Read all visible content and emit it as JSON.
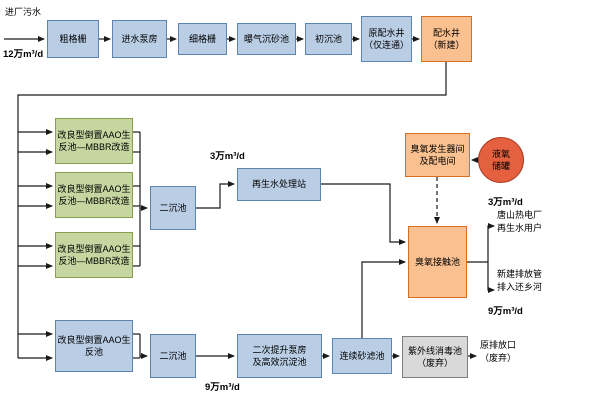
{
  "nodes": {
    "coarse_screen": "粗格栅",
    "inlet_pump": "进水泵房",
    "fine_screen": "细格栅",
    "grit_chamber": "曝气沉砂池",
    "primary_tank": "初沉池",
    "old_well": "原配水井\n（仅连通）",
    "new_well": "配水井\n（新建）",
    "aao_mbbr": "改良型倒置AAO生\n反池—MBBR改造",
    "aao": "改良型倒置AAO生\n反池",
    "secondary_tank": "二沉池",
    "reclaim_station": "再生水处理站",
    "ozone_generator": "臭氧发生器间\n及配电间",
    "lox_tank": "液氧\n储罐",
    "ozone_contact": "臭氧接触池",
    "lift_pump": "二次提升泵房\n及高效沉淀池",
    "sand_filter": "连续砂滤池",
    "uv_disinfection": "紫外线消毒池\n（废弃）"
  },
  "labels": {
    "inlet": "进厂污水",
    "inlet_flow": "12万m³/d",
    "reclaim_flow": "3万m³/d",
    "main_flow": "9万m³/d",
    "power_plant_flow": "3万m³/d",
    "discharge_flow": "9万m³/d",
    "power_plant_user": "唐山热电厂\n再生水用户",
    "new_discharge": "新建排放管\n排入还乡河",
    "old_outfall": "原排放口\n（废弃）"
  },
  "colors": {
    "box_blue": "#b9cde4",
    "box_green": "#c6d6a0",
    "box_orange": "#fac090",
    "box_gray": "#d9d9d9",
    "tank_red": "#e4603f",
    "line": "#1a1a1a"
  }
}
